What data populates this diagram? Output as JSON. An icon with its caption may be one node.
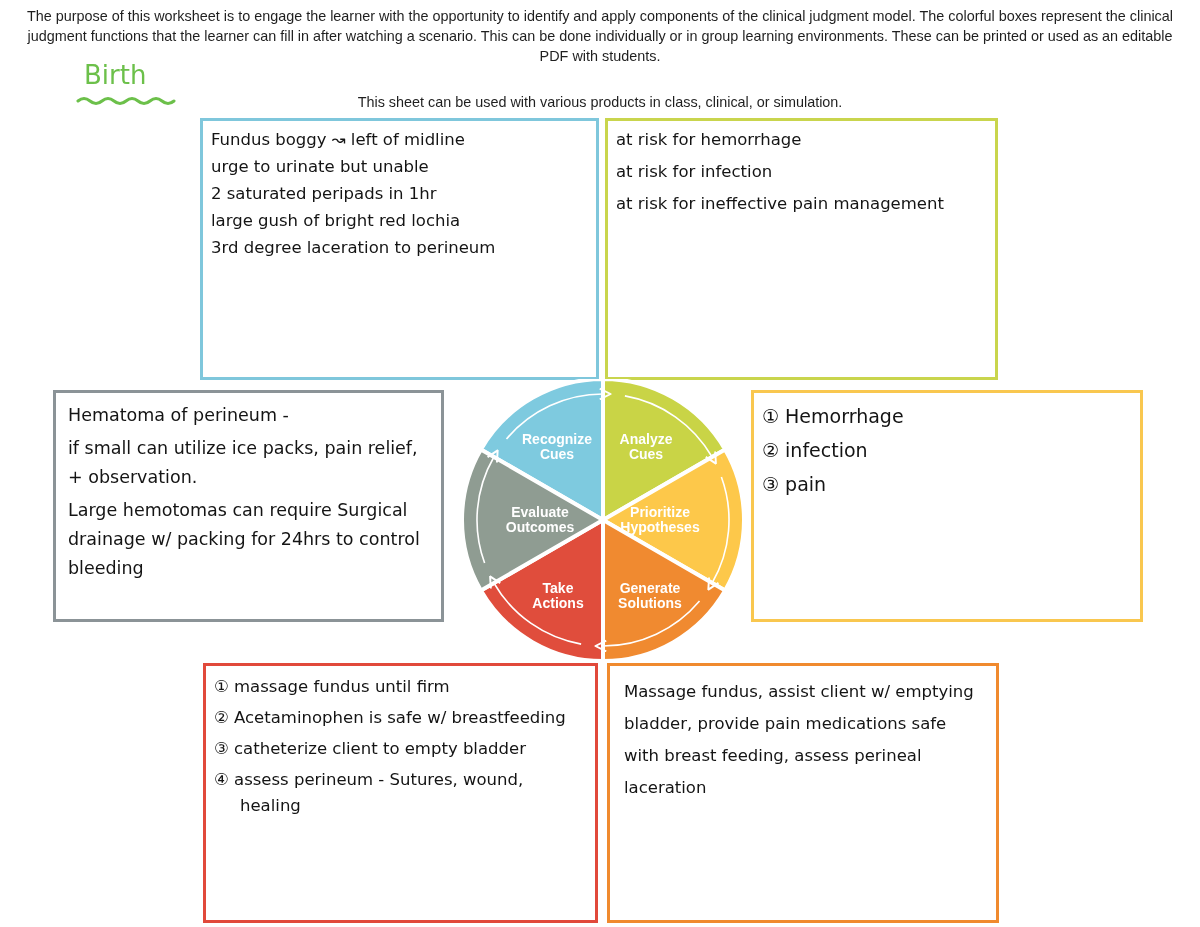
{
  "diagram": {
    "nodes": [
      {
        "text": [
          "Fundus boggy ↝ left of midline",
          "urge to urinate but unable",
          "2 saturated peripads in 1hr",
          "large gush of bright red lochia",
          "3rd degree laceration to perineum"
        ]
      },
      {
        "text": [
          "at risk for hemorrhage",
          "at risk for infection",
          "at risk for ineffective pain management"
        ]
      },
      {
        "text": [
          "Hematoma of perineum -",
          "if small can utilize ice packs, pain relief, + observation.",
          "Large hemotomas can require Surgical drainage w/ packing for 24hrs to control bleeding"
        ]
      },
      {
        "text": [
          "Recognize Cues"
        ]
      },
      {
        "text": [
          "Analyze Cues"
        ]
      },
      {
        "text": [
          "Prioritize Hypotheses"
        ]
      },
      {
        "text": [
          "Generate Solutions"
        ]
      },
      {
        "text": [
          "Take Actions"
        ]
      },
      {
        "text": [
          "Evaluate Outcomes"
        ]
      },
      {
        "text": [
          "① Hemorrhage",
          "② infection",
          "③ pain"
        ]
      },
      {
        "text": [
          "① massage fundus until firm",
          "② Acetaminophen is safe w/ breastfeeding",
          "③ catheterize client to empty bladder",
          "④ assess perineum - Sutures, wound, healing"
        ]
      },
      {
        "text": [
          "Massage fundus, assist client w/ emptying bladder, provide pain medications safe with breast feeding, assess perineal laceration"
        ]
      }
    ],
    "edges": [
      {
        "from": 3,
        "to": 4,
        "arrow": "to"
      },
      {
        "from": 4,
        "to": 5,
        "arrow": "to"
      },
      {
        "from": 5,
        "to": 6,
        "arrow": "to"
      },
      {
        "from": 6,
        "to": 7,
        "arrow": "to"
      },
      {
        "from": 7,
        "to": 8,
        "arrow": "to"
      },
      {
        "from": 8,
        "to": 3,
        "arrow": "to"
      }
    ],
    "labels": [
      "The purpose of this worksheet is to engage the learner with the opportunity to identify and apply components of the clinical judgment model. The colorful boxes represent the clinical judgment functions that the learner can fill in after watching a scenario. This can be done individually or in group learning environments. These can be printed or used as an editable PDF with students.",
      "Birth",
      "This sheet can be used with various products in class, clinical, or simulation."
    ]
  }
}
